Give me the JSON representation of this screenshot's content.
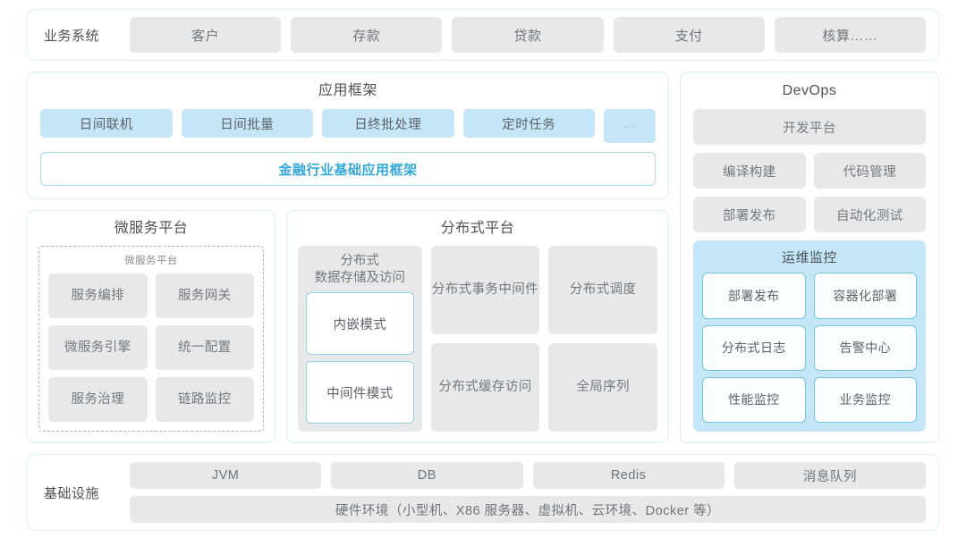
{
  "theme": {
    "page_bg": "#ffffff",
    "card_border": "#dbeef2",
    "gray_tag_bg": "#e7e8e9",
    "gray_tag_text": "#70757a",
    "blue_tag_bg": "#c4e6f7",
    "accent_blue": "#34a8d8",
    "sub_border_blue": "#93d3e8",
    "title_text": "#4d5256"
  },
  "business_row": {
    "label": "业务系统",
    "items": [
      {
        "label": "客户"
      },
      {
        "label": "存款"
      },
      {
        "label": "贷款"
      },
      {
        "label": "支付"
      },
      {
        "label": "核算……"
      }
    ]
  },
  "app_framework": {
    "title": "应用框架",
    "tags": [
      {
        "label": "日间联机"
      },
      {
        "label": "日间批量"
      },
      {
        "label": "日终批处理"
      },
      {
        "label": "定时任务"
      },
      {
        "label": "..."
      }
    ],
    "banner": "金融行业基础应用框架"
  },
  "microservice_platform": {
    "title": "微服务平台",
    "inner_title": "微服务平台",
    "cells": [
      {
        "label": "服务编排"
      },
      {
        "label": "服务网关"
      },
      {
        "label": "微服务引擎"
      },
      {
        "label": "统一配置"
      },
      {
        "label": "服务治理"
      },
      {
        "label": "链路监控"
      }
    ]
  },
  "distributed_platform": {
    "title": "分布式平台",
    "storage_group": {
      "title": "分布式\n数据存储及访问",
      "title_line1": "分布式",
      "title_line2": "数据存储及访问",
      "modes": [
        {
          "label": "内嵌模式"
        },
        {
          "label": "中间件模式"
        }
      ]
    },
    "cells": [
      {
        "line1": "分布式",
        "line2": "事务中间件"
      },
      {
        "line1": "分布式调度",
        "line2": ""
      },
      {
        "line1": "分布式",
        "line2": "缓存访问"
      },
      {
        "line1": "全局序列",
        "line2": ""
      }
    ]
  },
  "devops": {
    "title": "DevOps",
    "platform": {
      "label": "开发平台"
    },
    "pairs": [
      [
        {
          "label": "编译构建"
        },
        {
          "label": "代码管理"
        }
      ],
      [
        {
          "label": "部署发布"
        },
        {
          "label": "自动化测试"
        }
      ]
    ],
    "ops_monitor": {
      "title": "运维监控",
      "items": [
        {
          "label": "部署发布"
        },
        {
          "label": "容器化部署"
        },
        {
          "label": "分布式日志"
        },
        {
          "label": "告警中心"
        },
        {
          "label": "性能监控"
        },
        {
          "label": "业务监控"
        }
      ]
    }
  },
  "infrastructure": {
    "label": "基础设施",
    "items": [
      {
        "label": "JVM"
      },
      {
        "label": "DB"
      },
      {
        "label": "Redis"
      },
      {
        "label": "消息队列"
      }
    ],
    "hardware": "硬件环境（小型机、X86 服务器、虚拟机、云环境、Docker 等）"
  }
}
